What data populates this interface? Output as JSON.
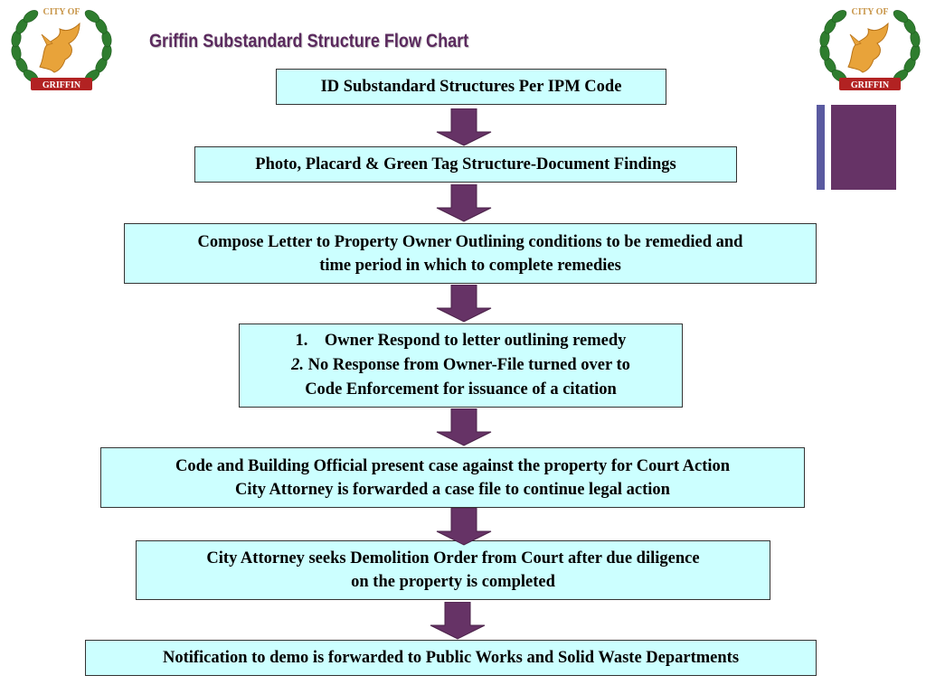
{
  "title": "Griffin Substandard Structure Flow Chart",
  "logo": {
    "top_text": "CITY OF",
    "bottom_text": "GRIFFIN"
  },
  "colors": {
    "box_fill": "#ccffff",
    "arrow_fill": "#663366",
    "title_color": "#5b2a5e",
    "deco_bar": "#663366",
    "deco_thin_bar": "#5a5aa0"
  },
  "steps": [
    {
      "lines": [
        "ID Substandard Structures Per IPM Code"
      ]
    },
    {
      "lines": [
        "Photo, Placard & Green Tag Structure-Document Findings"
      ]
    },
    {
      "lines": [
        "Compose Letter to Property Owner Outlining conditions to be remedied and",
        "time period in which to complete remedies"
      ]
    },
    {
      "items": [
        {
          "marker": "1.",
          "text": "Owner Respond to letter outlining remedy"
        },
        {
          "marker": "2.",
          "text": "No Response from Owner-File turned over to"
        },
        {
          "marker": "",
          "text": "Code Enforcement for issuance of a citation"
        }
      ]
    },
    {
      "lines": [
        "Code and Building Official present case against the property for Court Action",
        "City Attorney is forwarded a case file to continue legal action"
      ]
    },
    {
      "lines": [
        "City Attorney seeks Demolition Order from Court after due diligence",
        "on the property is completed"
      ]
    },
    {
      "lines": [
        "Notification to demo is forwarded to Public Works and Solid Waste Departments"
      ]
    }
  ]
}
